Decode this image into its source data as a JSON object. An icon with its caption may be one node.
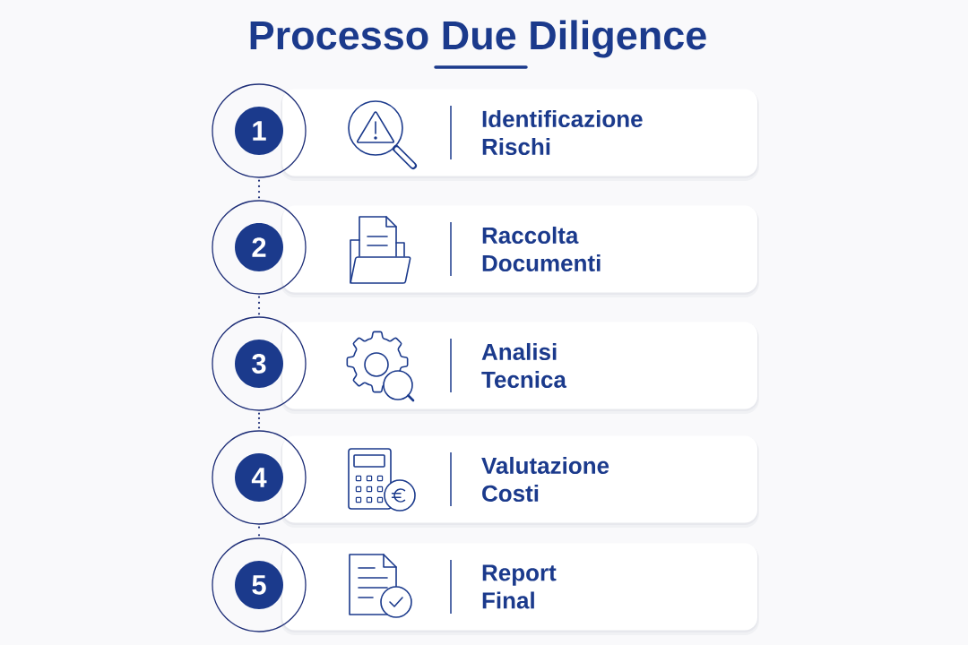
{
  "diagram": {
    "title": "Processo Due Diligence",
    "nodes": [
      {
        "text": [
          "1"
        ]
      },
      {
        "text": [
          "Identificazione Rischi"
        ]
      },
      {
        "text": [
          "2"
        ]
      },
      {
        "text": [
          "Raccolta Documenti"
        ]
      },
      {
        "text": [
          "3"
        ]
      },
      {
        "text": [
          "Analisi Tecnica"
        ]
      },
      {
        "text": [
          "4"
        ]
      },
      {
        "text": [
          "Valutazione Costi"
        ]
      },
      {
        "text": [
          "5"
        ]
      },
      {
        "text": [
          "Report Final"
        ]
      }
    ],
    "edges": [
      {
        "from": 0,
        "to": 2,
        "arrow": "none"
      },
      {
        "from": 2,
        "to": 4,
        "arrow": "none"
      },
      {
        "from": 4,
        "to": 6,
        "arrow": "none"
      },
      {
        "from": 6,
        "to": 8,
        "arrow": "none"
      }
    ]
  }
}
